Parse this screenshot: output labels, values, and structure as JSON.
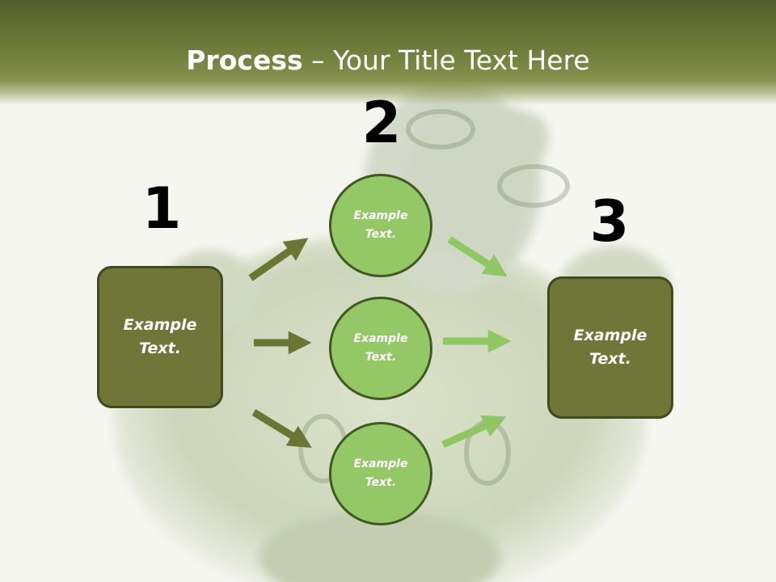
{
  "title": {
    "bold": "Process",
    "separator": " – ",
    "rest": "Your Title Text Here"
  },
  "steps": [
    {
      "number": "1"
    },
    {
      "number": "2"
    },
    {
      "number": "3"
    }
  ],
  "left_box": {
    "line1": "Example",
    "line2": "Text."
  },
  "right_box": {
    "line1": "Example",
    "line2": "Text."
  },
  "circles": [
    {
      "line1": "Example",
      "line2": "Text."
    },
    {
      "line1": "Example",
      "line2": "Text."
    },
    {
      "line1": "Example",
      "line2": "Text."
    }
  ],
  "colors": {
    "header": "#6e7a3a",
    "box_fill": "#6f7637",
    "box_border": "#3f4a1d",
    "circle_fill": "#94c866",
    "circle_border": "#3f5a1f",
    "arrow_dark": "#6b7534",
    "arrow_light": "#8fc862"
  }
}
